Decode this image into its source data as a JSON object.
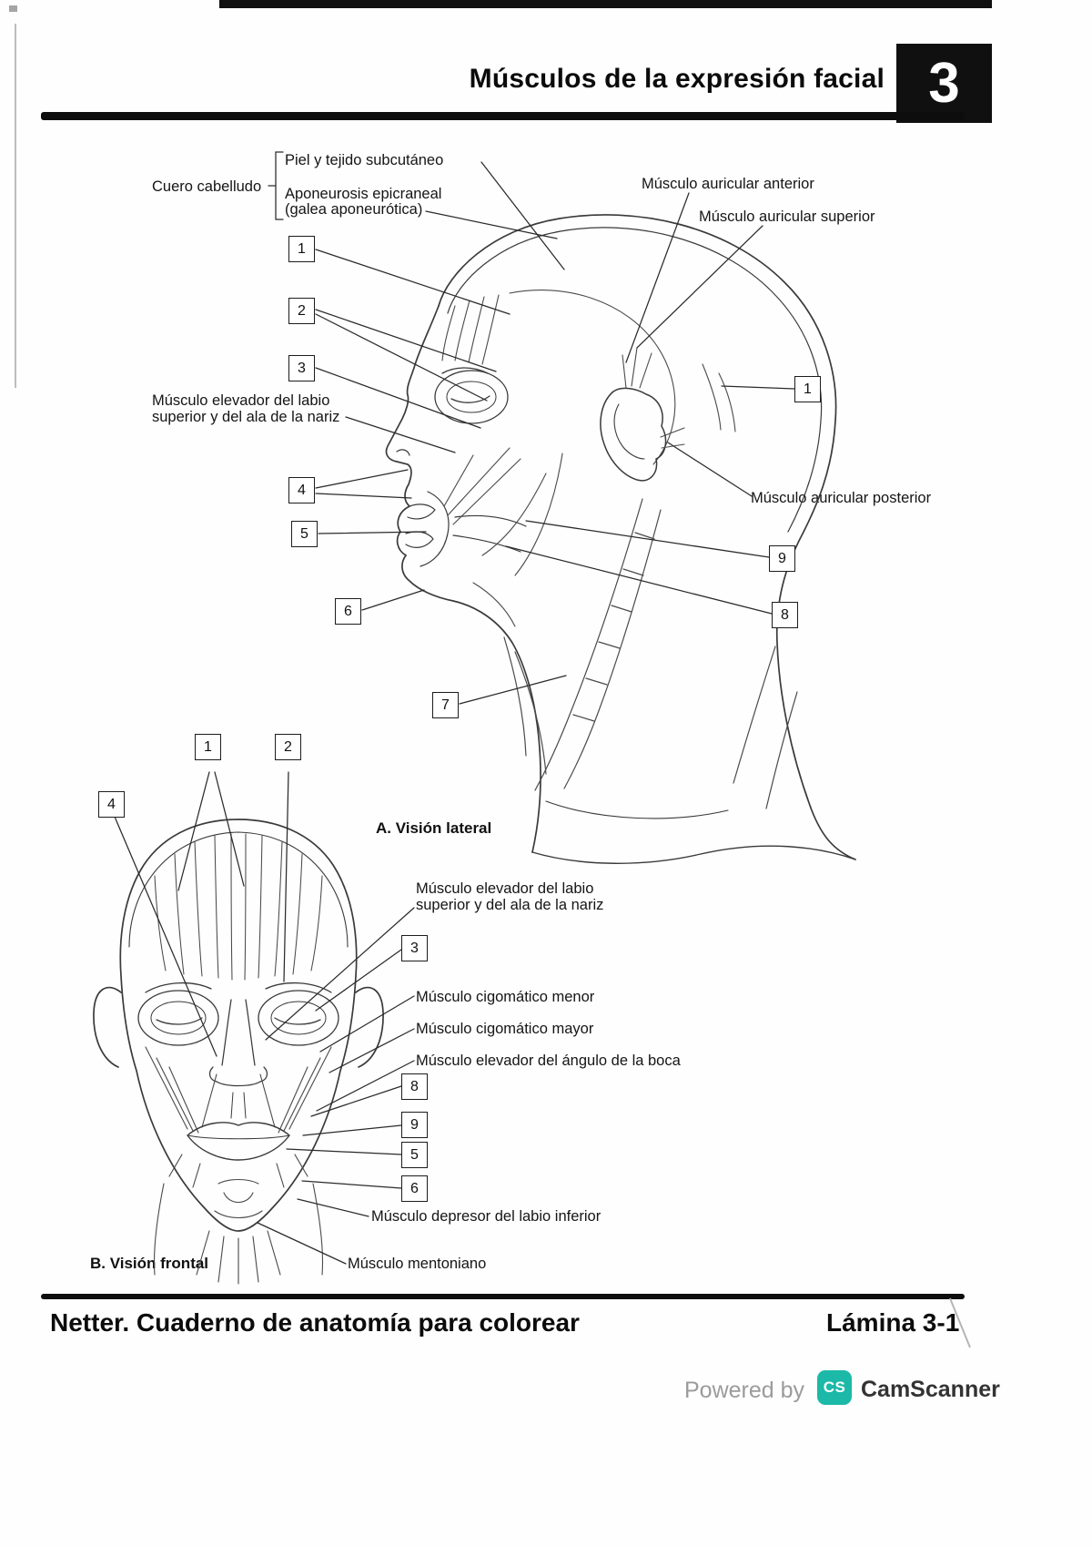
{
  "header": {
    "title": "Músculos de la expresión facial",
    "chapter_number": "3"
  },
  "figure_a": {
    "caption": "A. Visión lateral",
    "label_scalp_group": "Cuero cabelludo",
    "label_skin": "Piel y tejido subcutáneo",
    "label_aponeurosis_line1": "Aponeurosis epicraneal",
    "label_aponeurosis_line2": "(galea aponeurótica)",
    "label_auricular_anterior": "Músculo auricular anterior",
    "label_auricular_superior": "Músculo auricular superior",
    "label_levator_line1": "Músculo elevador del labio",
    "label_levator_line2": "superior y del ala de la nariz",
    "label_auricular_posterior": "Músculo auricular posterior",
    "numbers": [
      "1",
      "2",
      "3",
      "4",
      "5",
      "6",
      "7",
      "1",
      "9",
      "8"
    ]
  },
  "figure_b": {
    "caption": "B. Visión frontal",
    "label_levator_line1": "Músculo elevador del labio",
    "label_levator_line2": "superior y del ala de la nariz",
    "label_zygomatic_minor": "Músculo cigomático menor",
    "label_zygomatic_major": "Músculo cigomático mayor",
    "label_levator_anguli": "Músculo elevador del ángulo de la boca",
    "label_depressor": "Músculo depresor del labio inferior",
    "label_mentalis": "Músculo mentoniano",
    "numbers": [
      "1",
      "2",
      "4",
      "3",
      "8",
      "9",
      "5",
      "6"
    ]
  },
  "footer": {
    "book_title": "Netter. Cuaderno de anatomía para colorear",
    "plate_label": "Lámina 3-1"
  },
  "watermark": {
    "powered_by": "Powered by",
    "brand": "CamScanner",
    "logo_text": "CS",
    "brand_color": "#1cb9a8"
  }
}
